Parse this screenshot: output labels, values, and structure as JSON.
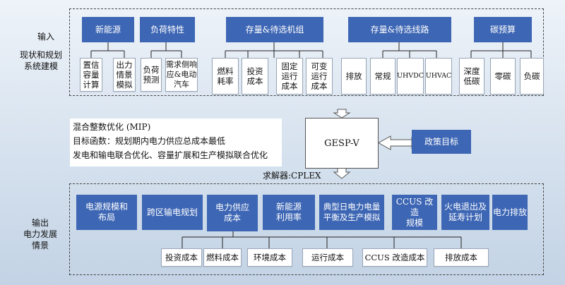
{
  "side_labels": {
    "input": "输入",
    "input_sub": "现状和规划\n系统建模",
    "output": "输出\n电力发展\n情景"
  },
  "input_groups": [
    {
      "title": "新能源",
      "items": [
        "置信\n容量\n计算",
        "出力\n情景\n模拟"
      ]
    },
    {
      "title": "负荷特性",
      "items": [
        "负荷\n预测",
        "需求侧响\n应&电动\n汽车"
      ]
    },
    {
      "title": "存量&待选机组",
      "items": [
        "燃料\n耗率",
        "投资\n成本",
        "固定\n运行\n成本",
        "可变\n运行\n成本",
        "排放"
      ]
    },
    {
      "title": "存量&待选线路",
      "items": [
        "常规",
        "UHVDC",
        "UHVAC"
      ]
    },
    {
      "title": "碳预算",
      "items": [
        "深度\n低碳",
        "零碳",
        "负碳"
      ]
    }
  ],
  "mip": {
    "line1": "混合整数优化 (MIP)",
    "line2": "目标函数：规划期内电力供应总成本最低",
    "line3": "发电和输电联合优化、容量扩展和生产模拟联合优化"
  },
  "core": {
    "label": "GESP-V"
  },
  "policy": {
    "label": "政策目标"
  },
  "solver": {
    "label": "求解器:CPLEX"
  },
  "output_boxes": [
    "电源规模和\n布局",
    "跨区输电规划",
    "电力供应\n成本",
    "新能源\n利用率",
    "典型日电力电量\n平衡及生产模拟",
    "CCUS 改造\n规模",
    "火电退出及\n延寿计划",
    "电力排放"
  ],
  "cost_items": [
    "投资成本",
    "燃料成本",
    "环境成本",
    "运行成本",
    "CCUS 改造成本",
    "排放成本"
  ],
  "colors": {
    "blue": "#3d66b4",
    "dashed": "#444444"
  }
}
